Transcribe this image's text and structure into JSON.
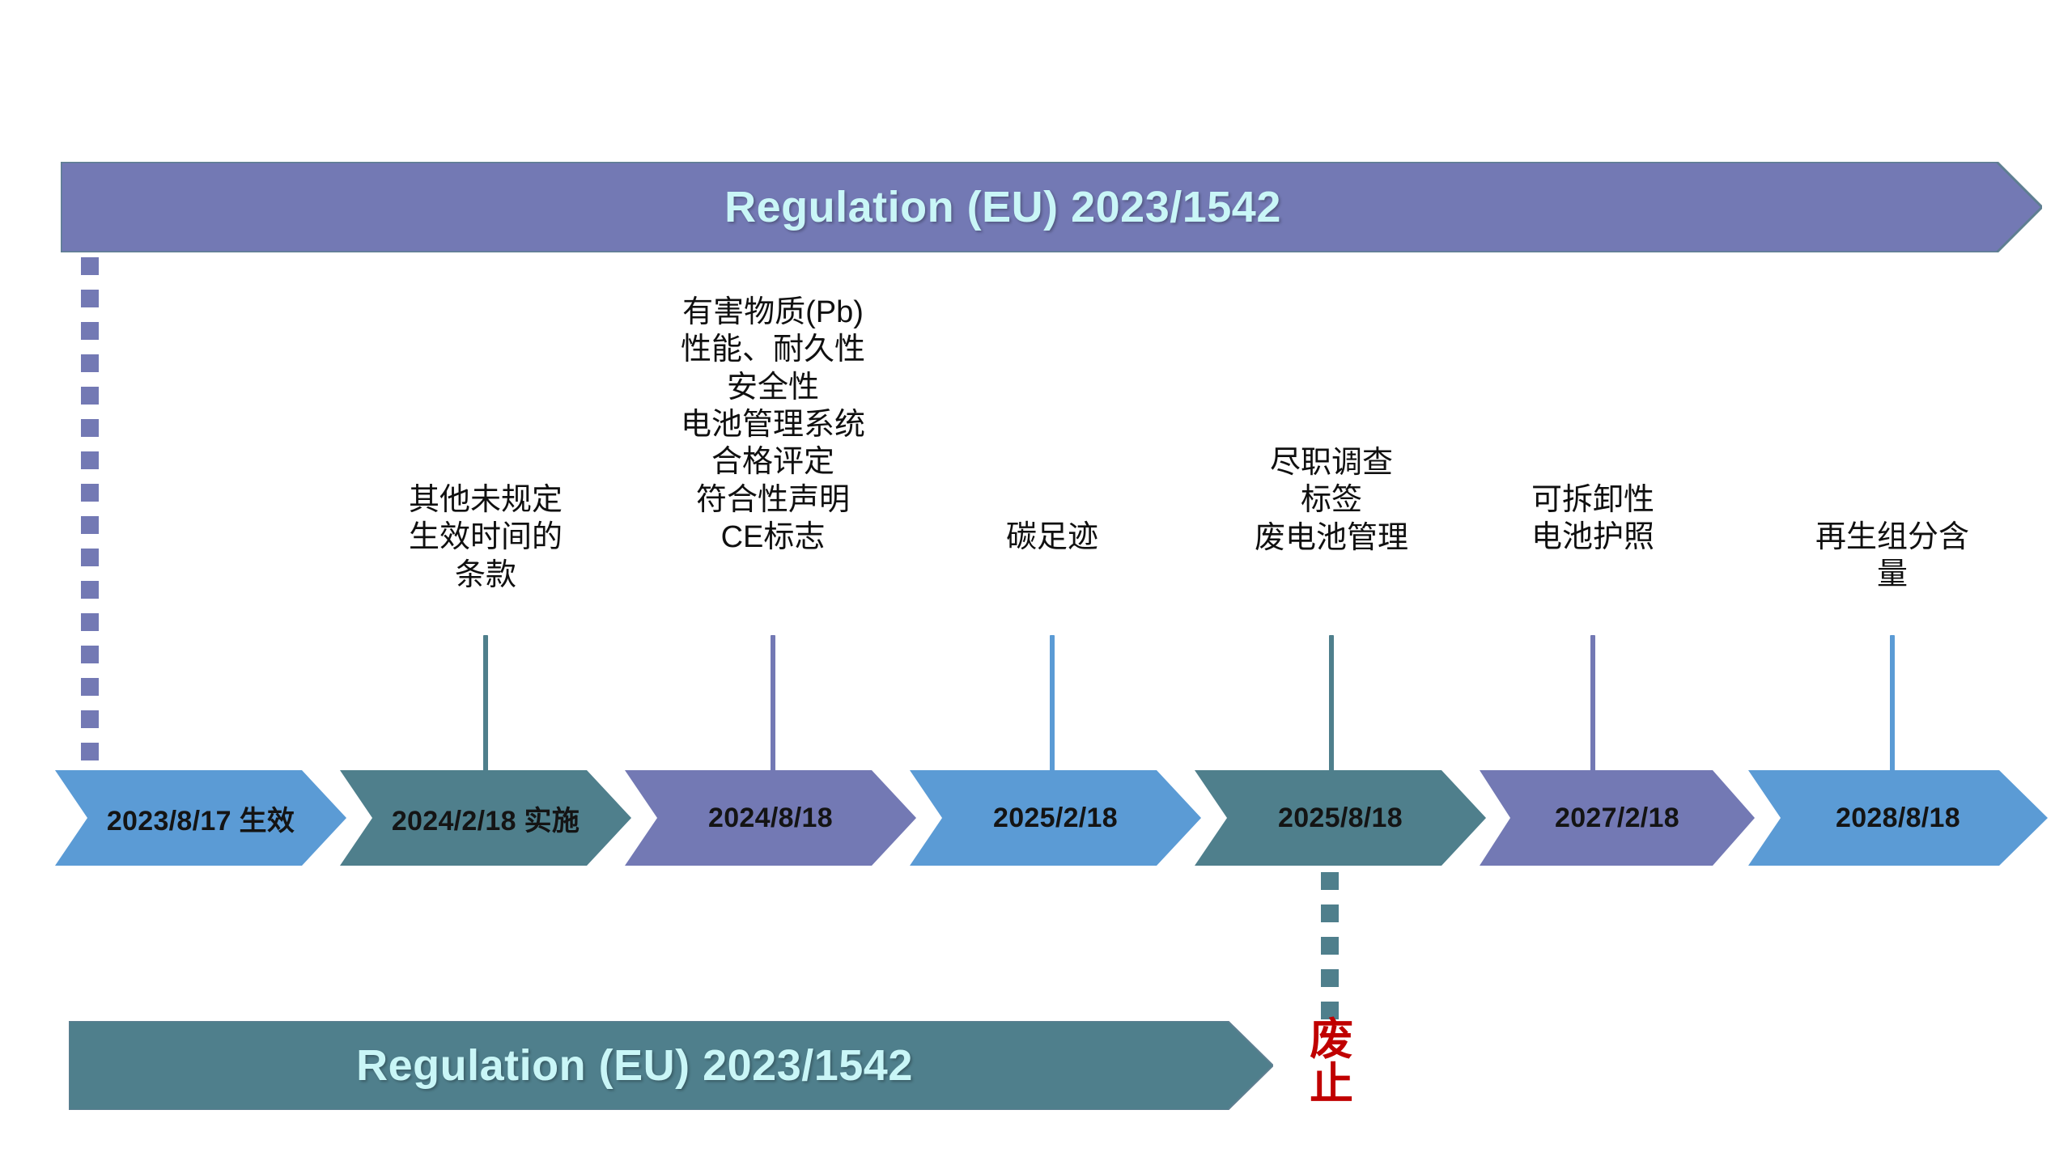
{
  "page": {
    "title": "Regulation (EU) 2023/1542 timeline",
    "background": "#FFFFFF"
  },
  "colors": {
    "purple": "#7379B4",
    "teal": "#4F7F8C",
    "light_blue": "#5B9BD5",
    "banner_text": "#C9F6F7",
    "abolish_red": "#C00000",
    "label_text": "#101010"
  },
  "banner_top": {
    "label": "Regulation (EU) 2023/1542",
    "color": "#7379B4",
    "shape": "right-arrow"
  },
  "banner_bottom": {
    "label": "Regulation (EU) 2023/1542",
    "color": "#4F7F8C",
    "shape": "right-arrow"
  },
  "abolish": {
    "label": "废\n止",
    "color": "#C00000"
  },
  "milestones": [
    {
      "date": "2023/8/17 生效",
      "color": "#5B9BD5",
      "label": "",
      "has_stem": false
    },
    {
      "date": "2024/2/18 实施",
      "color": "#4F7F8C",
      "label": "其他未规定\n生效时间的\n条款",
      "has_stem": true
    },
    {
      "date": "2024/8/18",
      "color": "#7379B4",
      "label": "有害物质(Pb)\n性能、耐久性\n安全性\n电池管理系统\n合格评定\n符合性声明\nCE标志",
      "has_stem": true
    },
    {
      "date": "2025/2/18",
      "color": "#5B9BD5",
      "label": "碳足迹",
      "has_stem": true
    },
    {
      "date": "2025/8/18",
      "color": "#4F7F8C",
      "label": "尽职调查\n标签\n废电池管理",
      "has_stem": true
    },
    {
      "date": "2027/2/18",
      "color": "#7379B4",
      "label": "可拆卸性\n电池护照",
      "has_stem": true
    },
    {
      "date": "2028/8/18",
      "color": "#5B9BD5",
      "label": "再生组分含量",
      "has_stem": true
    }
  ]
}
